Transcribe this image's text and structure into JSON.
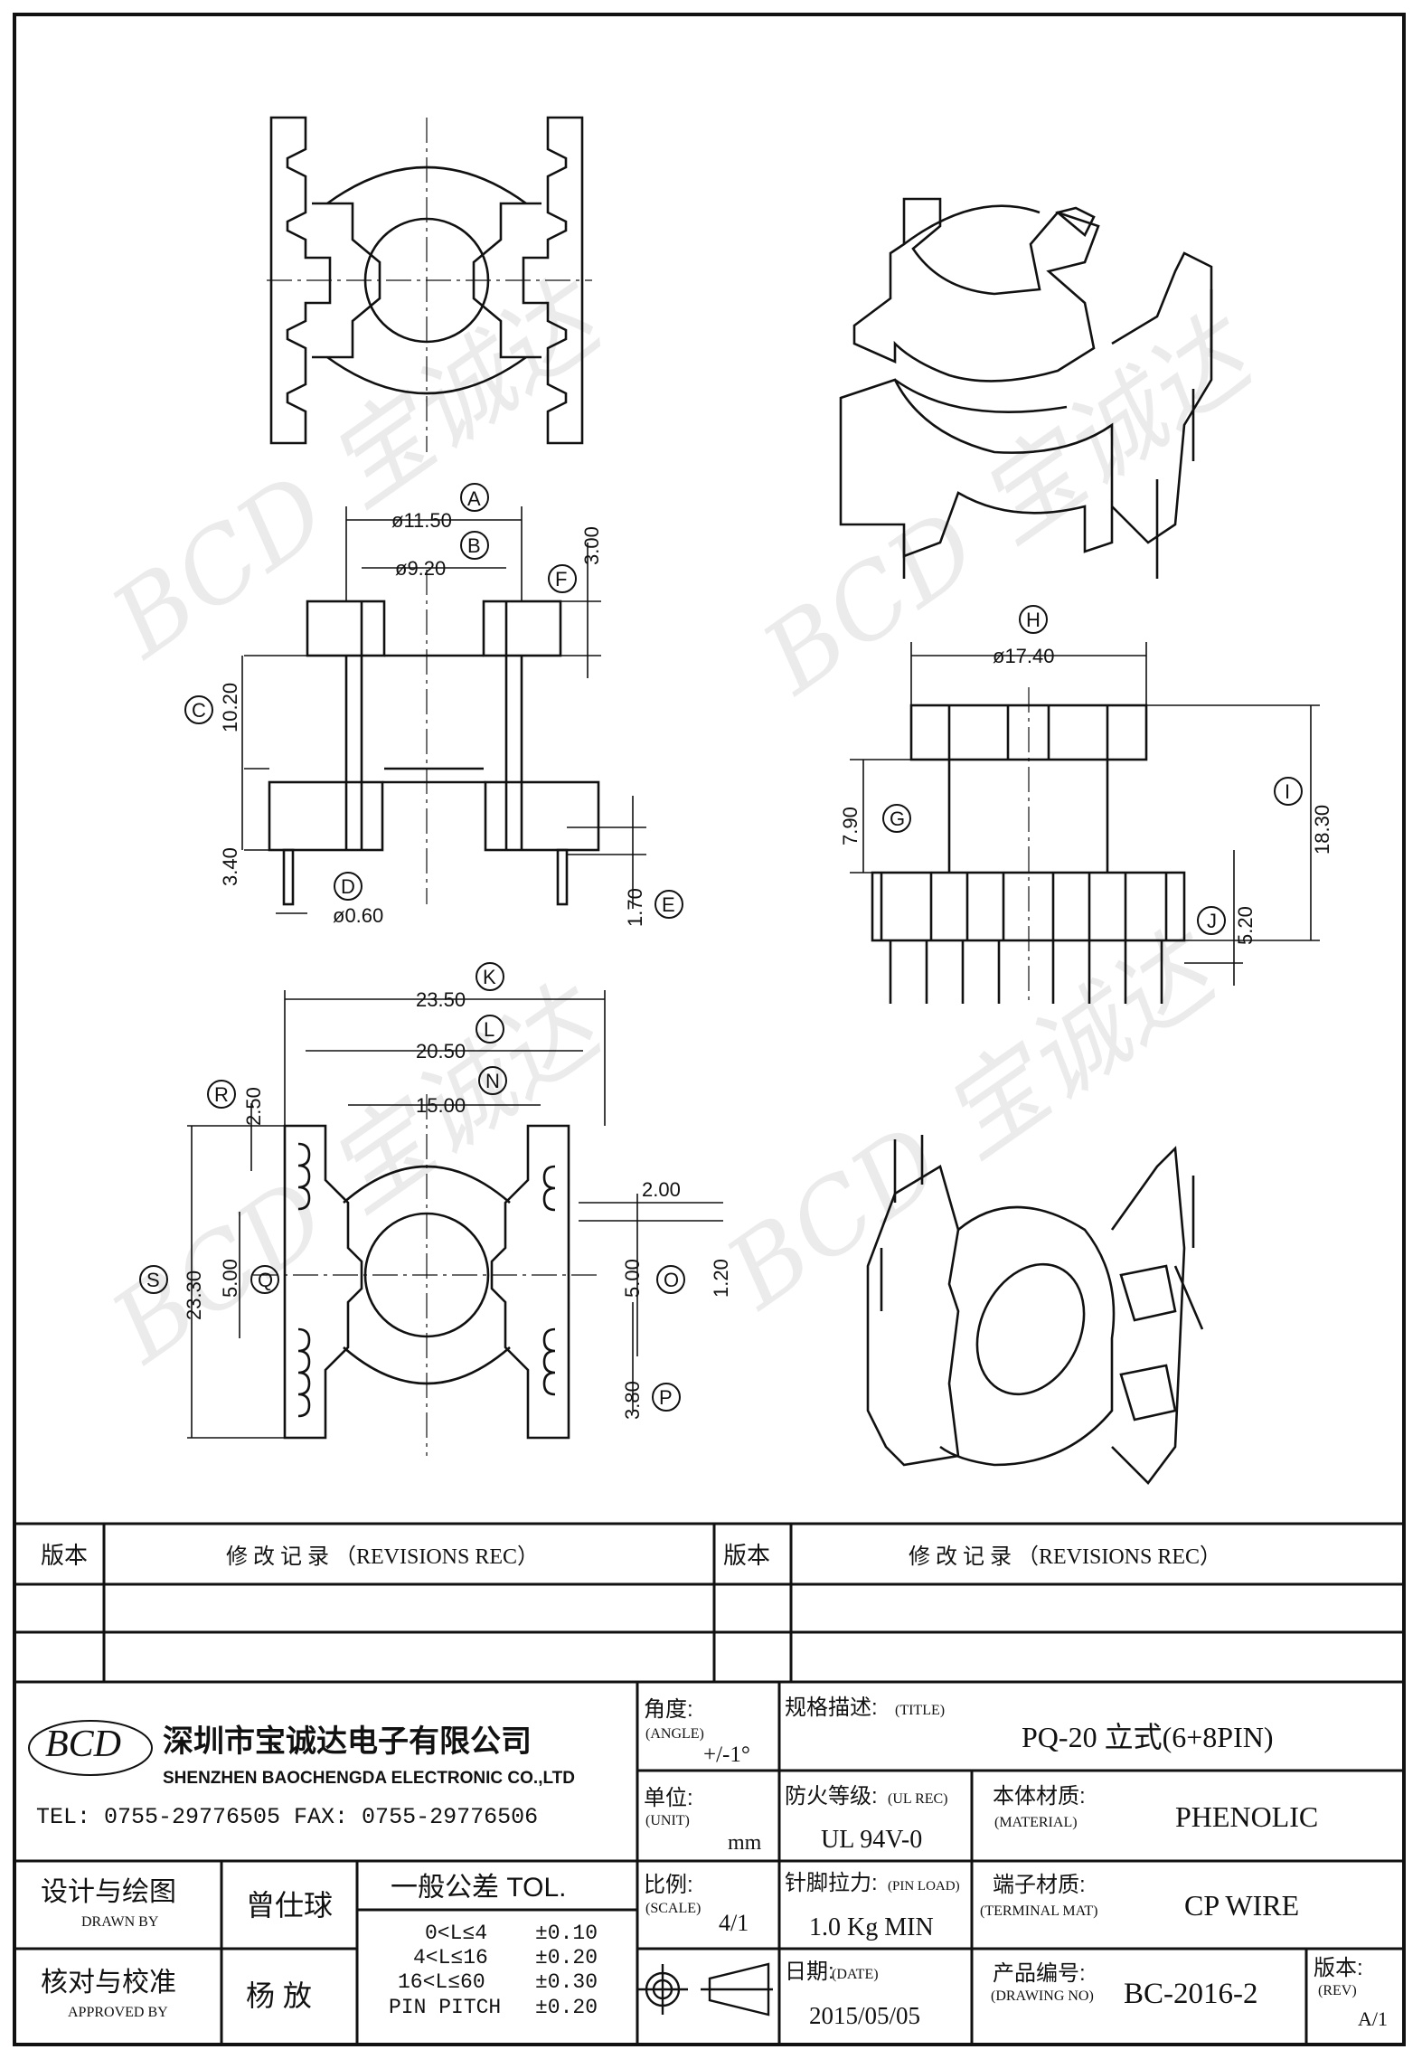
{
  "dimensions": {
    "A": {
      "letter": "A",
      "value": "ø11.50"
    },
    "B": {
      "letter": "B",
      "value": "ø9.20"
    },
    "C": {
      "letter": "C",
      "value": "10.20"
    },
    "D": {
      "letter": "D",
      "value": "ø0.60"
    },
    "E": {
      "letter": "E",
      "value": "1.70"
    },
    "F": {
      "letter": "F",
      "value": "3.00"
    },
    "G": {
      "letter": "G",
      "value": "7.90"
    },
    "H": {
      "letter": "H",
      "value": "ø17.40"
    },
    "I": {
      "letter": "I",
      "value": "18.30"
    },
    "J": {
      "letter": "J",
      "value": "5.20"
    },
    "K": {
      "letter": "K",
      "value": "23.50"
    },
    "L": {
      "letter": "L",
      "value": "20.50"
    },
    "N": {
      "letter": "N",
      "value": "15.00"
    },
    "O": {
      "letter": "O",
      "value": "5.00"
    },
    "P": {
      "letter": "P",
      "value": "3.80"
    },
    "Q": {
      "letter": "Q",
      "value": "5.00"
    },
    "R": {
      "letter": "R",
      "value": "2.50"
    },
    "S": {
      "letter": "S",
      "value": "23.30"
    },
    "side_c_extra": "3.40",
    "pin_pitch_extra": "2.00",
    "pin_offset_extra": "1.20"
  },
  "watermark": {
    "text": "BCD 宝诚达"
  },
  "revisions": {
    "header_ver": "版本",
    "header_rec": "修 改 记 录 （REVISIONS REC）"
  },
  "company": {
    "logo": "BCD",
    "name_cn": "深圳市宝诚达电子有限公司",
    "name_en": "SHENZHEN BAOCHENGDA ELECTRONIC CO.,LTD",
    "contact": "TEL: 0755-29776505  FAX: 0755-29776506"
  },
  "title_block": {
    "angle_label": "角度:",
    "angle_label_en": "(ANGLE)",
    "angle_value": "+/-1°",
    "title_label": "规格描述:",
    "title_label_en": "(TITLE)",
    "title_value": "PQ-20 立式(6+8PIN)",
    "unit_label": "单位:",
    "unit_label_en": "(UNIT)",
    "unit_value": "mm",
    "ul_label": "防火等级:",
    "ul_label_en": "(UL REC)",
    "ul_value": "UL 94V-0",
    "material_label": "本体材质:",
    "material_label_en": "(MATERIAL)",
    "material_value": "PHENOLIC",
    "drawn_label": "设计与绘图",
    "drawn_label_en": "DRAWN BY",
    "drawn_value": "曾仕球",
    "tol_label": "一般公差 TOL.",
    "tol_rows": [
      {
        "range": "0<L≤4",
        "value": "±0.10"
      },
      {
        "range": "4<L≤16",
        "value": "±0.20"
      },
      {
        "range": "16<L≤60",
        "value": "±0.30"
      },
      {
        "range": "PIN PITCH",
        "value": "±0.20"
      }
    ],
    "scale_label": "比例:",
    "scale_label_en": "(SCALE)",
    "scale_value": "4/1",
    "pinload_label": "针脚拉力:",
    "pinload_label_en": "(PIN LOAD)",
    "pinload_value": "1.0 Kg MIN",
    "terminal_label": "端子材质:",
    "terminal_label_en": "(TERMINAL MAT)",
    "terminal_value": "CP WIRE",
    "approved_label": "核对与校准",
    "approved_label_en": "APPROVED BY",
    "approved_value": "杨  放",
    "date_label": "日期:",
    "date_label_en": "(DATE)",
    "date_value": "2015/05/05",
    "drawing_label": "产品编号:",
    "drawing_label_en": "(DRAWING NO)",
    "drawing_value": "BC-2016-2",
    "rev_label": "版本:",
    "rev_label_en": "(REV)",
    "rev_value": "A/1"
  }
}
